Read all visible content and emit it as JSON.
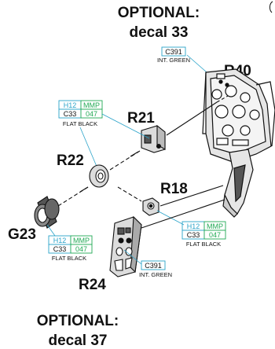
{
  "colors": {
    "cyan": "#2aa3c9",
    "green": "#22aa55",
    "ink": "#111111",
    "part_fill": "#dcdcdc",
    "part_dark": "#555555"
  },
  "optional_top": {
    "line1": "OPTIONAL:",
    "line2": "decal 33"
  },
  "optional_bottom": {
    "line1": "OPTIONAL:",
    "line2": "decal 37"
  },
  "parts": {
    "r40": "R40",
    "r21": "R21",
    "r22": "R22",
    "r18": "R18",
    "g23": "G23",
    "r24": "R24"
  },
  "paint_callouts": {
    "int_green_top": {
      "code": "C391",
      "caption": "INT. GREEN"
    },
    "flat_black_r21": {
      "h": "H12",
      "mmp": "MMP",
      "c": "C33",
      "n": "047",
      "caption": "FLAT BLACK"
    },
    "flat_black_r18": {
      "h": "H12",
      "mmp": "MMP",
      "c": "C33",
      "n": "047",
      "caption": "FLAT BLACK"
    },
    "flat_black_g23": {
      "h": "H12",
      "mmp": "MMP",
      "c": "C33",
      "n": "047",
      "caption": "FLAT BLACK"
    },
    "int_green_r24": {
      "code": "C391",
      "caption": "INT. GREEN"
    }
  }
}
